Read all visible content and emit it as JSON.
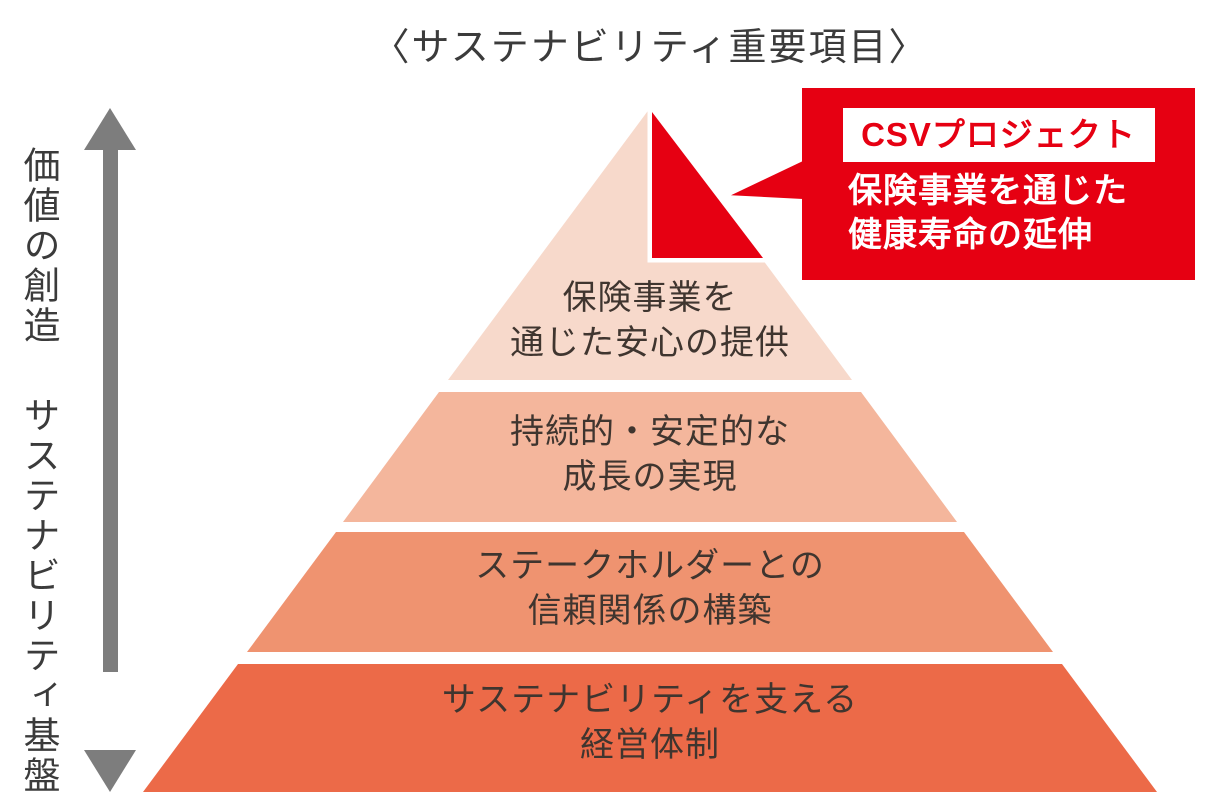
{
  "title": "〈サステナビリティ重要項目〉",
  "axis": {
    "top_label": "価値の創造",
    "bottom_label": "サステナビリティ基盤",
    "arrow_icon": "double-headed-vertical-arrow"
  },
  "callout": {
    "tag": "CSVプロジェクト",
    "body": "保険事業を通じた\n健康寿命の延伸"
  },
  "pyramid": {
    "layers": [
      {
        "label": "保険事業を\n通じた安心の提供"
      },
      {
        "label": "持続的・安定的な\n成長の実現"
      },
      {
        "label": "ステークホルダーとの\n信頼関係の構築"
      },
      {
        "label": "サステナビリティを支える\n経営体制"
      }
    ],
    "highlight": "csv-top-segment"
  },
  "colors": {
    "layer1": "#f7d9cb",
    "layer2": "#f4b69c",
    "layer3": "#ef9370",
    "layer4": "#ec6a48",
    "accent-red": "#e60012",
    "arrow-gray": "#7d7d7d",
    "heading-text": "#3b3b3b",
    "pyramid-text": "#3f352f"
  }
}
